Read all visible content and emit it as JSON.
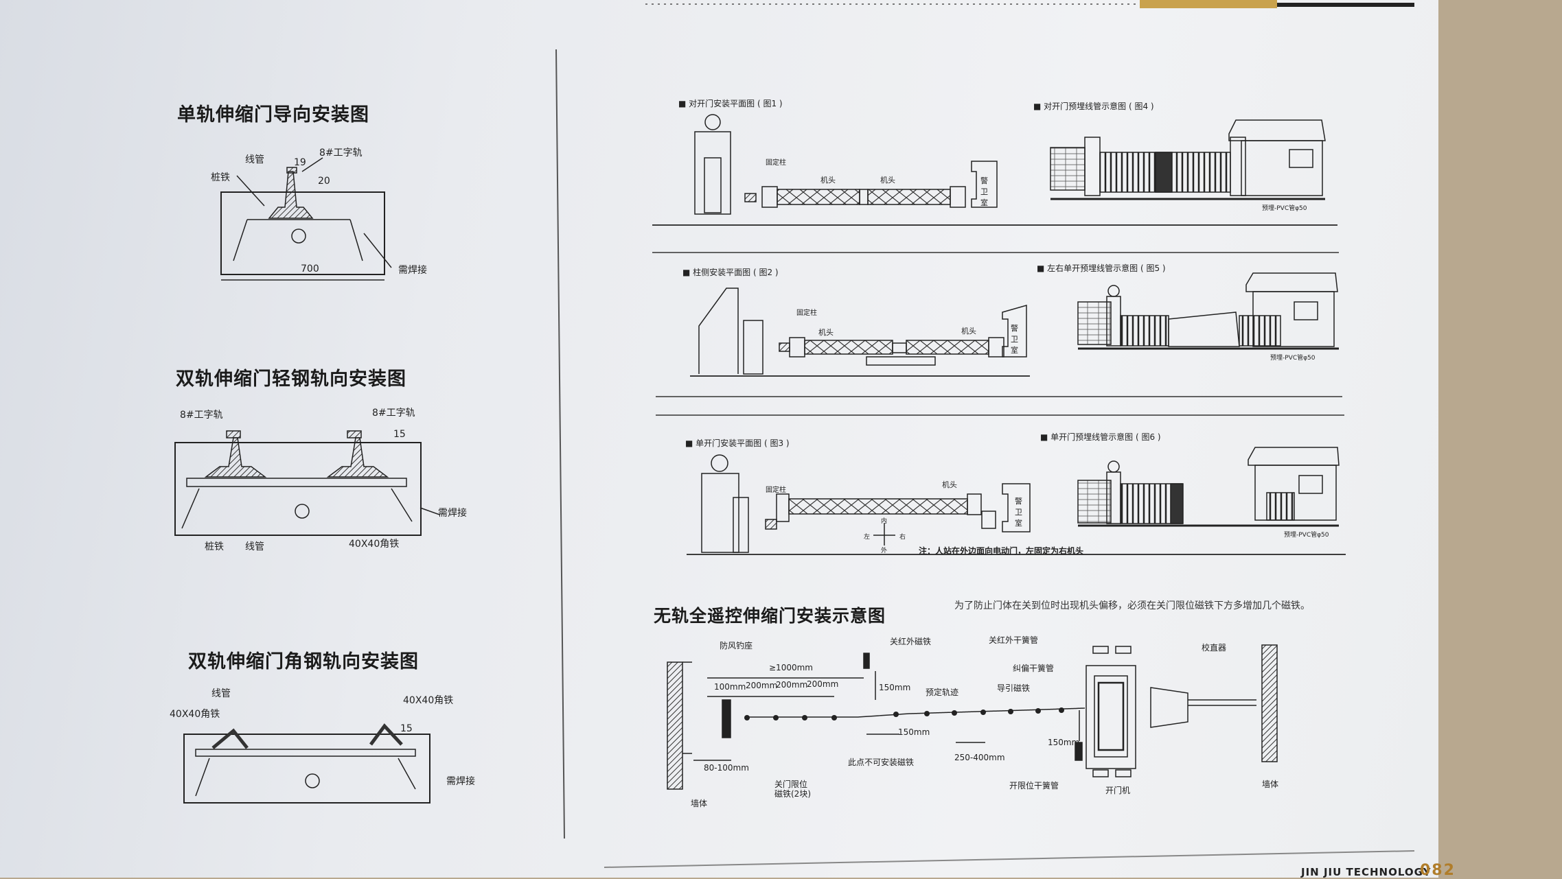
{
  "left": {
    "fig_a": {
      "title": "单轨伸缩门导向安装图",
      "labels": {
        "conduit": "线管",
        "rail": "8#工字轨",
        "dim19": "19",
        "dim20": "20",
        "stake": "桩铁",
        "dim700": "700",
        "weld": "需焊接"
      }
    },
    "fig_b": {
      "title": "双轨伸缩门轻钢轨向安装图",
      "labels": {
        "rail_left": "8#工字轨",
        "rail_right": "8#工字轨",
        "dim15": "15",
        "weld": "需焊接",
        "stake": "桩铁",
        "conduit": "线管",
        "angle": "40X40角铁"
      }
    },
    "fig_c": {
      "title": "双轨伸缩门角钢轨向安装图",
      "labels": {
        "conduit": "线管",
        "angle_left": "40X40角铁",
        "angle_right": "40X40角铁",
        "dim15": "15",
        "weld": "需焊接"
      }
    }
  },
  "right": {
    "row1": {
      "plan_caption": "■ 对开门安装平面图 ( 图1 )",
      "conduit_caption": "■ 对开门预埋线管示意图 ( 图4 )",
      "fixed_post": "固定柱",
      "machine1": "机头",
      "machine2": "机头",
      "guard_room": "警卫室",
      "pvc": "预埋-PVC管φ50"
    },
    "row2": {
      "plan_caption": "■ 柱侧安装平面图 ( 图2 )",
      "conduit_caption": "■ 左右单开预埋线管示意图 ( 图5 )",
      "fixed_post": "固定柱",
      "machine1": "机头",
      "machine2": "机头",
      "guard_room": "警卫室",
      "pvc": "预埋-PVC管φ50"
    },
    "row3": {
      "plan_caption": "■ 单开门安装平面图 ( 图3 )",
      "conduit_caption": "■ 单开门预埋线管示意图 ( 图6 )",
      "fixed_post": "固定柱",
      "machine": "机头",
      "guard_room": "警卫室",
      "pvc": "预埋-PVC管φ50",
      "compass": {
        "inside": "内",
        "outside": "外",
        "left": "左",
        "right": "右"
      },
      "note": "注：人站在外边面向电动门，左固定为右机头"
    },
    "trackless": {
      "title": "无轨全遥控伸缩门安装示意图",
      "note": "为了防止门体在关到位时出现机头偏移，必须在关门限位磁铁下方多增加几个磁铁。",
      "labels": {
        "wind_hook": "防风钓座",
        "ir_magnet": "关红外磁铁",
        "ir_reed": "关红外干簧管",
        "deviation_reed": "纠偏干簧管",
        "calibrator": "校直器",
        "d1000": "≥1000mm",
        "d100": "100mm",
        "d200a": "200mm",
        "d200b": "200mm",
        "d200c": "200mm",
        "d150v": "150mm",
        "planned_track": "预定轨迹",
        "guide_magnet": "导引磁铁",
        "d150h": "150mm",
        "no_magnet": "此点不可安装磁铁",
        "d250": "250-400mm",
        "d150r": "150mm",
        "d80": "80-100mm",
        "close_limit": "关门限位",
        "close_limit2": "磁铁(2块)",
        "wall_left": "墙体",
        "wall_right": "墙体",
        "open_limit": "开限位干簧管",
        "opener": "开门机"
      }
    }
  },
  "footer": {
    "brand": "JIN JIU TECHNOLOGY",
    "page": "082"
  },
  "colors": {
    "accent": "#b07d2a",
    "ink": "#1b1b1b"
  }
}
